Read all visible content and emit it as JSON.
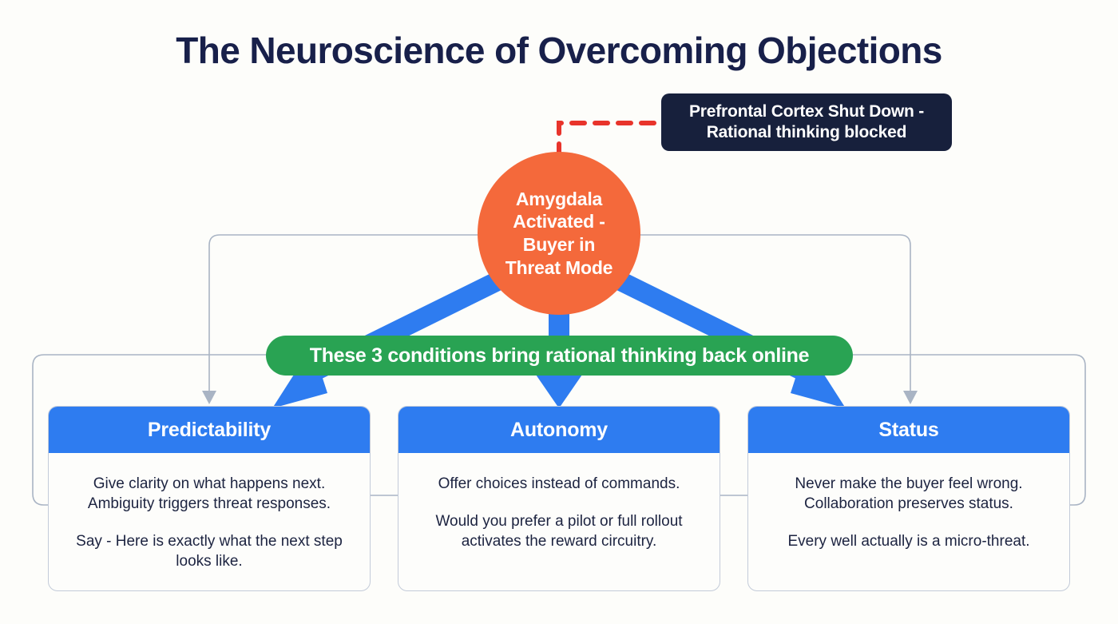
{
  "page": {
    "title": "The Neuroscience of Overcoming Objections",
    "background_color": "#FDFDFA"
  },
  "callout": {
    "line1": "Prefrontal Cortex Shut Down -",
    "line2": "Rational thinking blocked",
    "text": "Prefrontal Cortex Shut Down - Rational thinking blocked",
    "background_color": "#17203C",
    "text_color": "#FFFFFF"
  },
  "amygdala": {
    "line1": "Amygdala",
    "line2": "Activated -",
    "line3": "Buyer in",
    "line4": "Threat Mode",
    "text": "Amygdala Activated - Buyer in Threat Mode",
    "background_color": "#F4693B",
    "text_color": "#FFFFFF"
  },
  "banner": {
    "text": "These 3 conditions bring rational thinking back online",
    "background_color": "#29A353",
    "text_color": "#FFFFFF"
  },
  "cards": [
    {
      "id": "predictability",
      "title": "Predictability",
      "paragraph1": "Give clarity on what happens next. Ambiguity triggers threat responses.",
      "paragraph2": "Say - Here is exactly what the next step looks like.",
      "header_color": "#2E7CF0"
    },
    {
      "id": "autonomy",
      "title": "Autonomy",
      "paragraph1": "Offer choices instead of commands.",
      "paragraph2": "Would you prefer a pilot or full rollout activates the reward circuitry.",
      "header_color": "#2E7CF0"
    },
    {
      "id": "status",
      "title": "Status",
      "paragraph1": "Never make the buyer feel wrong. Collaboration preserves status.",
      "paragraph2": "Every well actually is a micro-threat.",
      "header_color": "#2E7CF0"
    }
  ],
  "connectors": {
    "dashed_alert_color": "#E8342B",
    "flow_arrow_color": "#2E7CF0",
    "outline_color": "#A9B4C4"
  }
}
